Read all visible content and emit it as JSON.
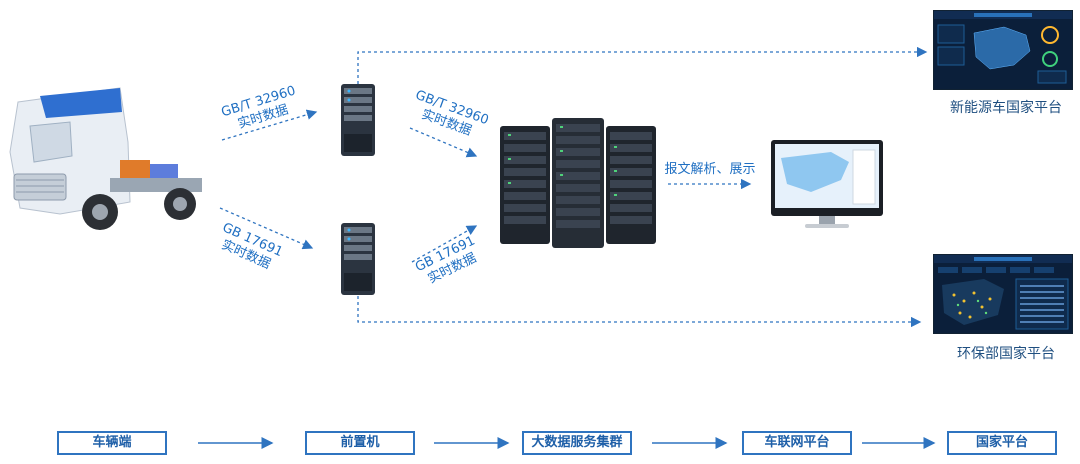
{
  "labels": {
    "top_left_line1": "GB/T 32960",
    "top_left_line2": "实时数据",
    "top_mid_line1": "GB/T 32960",
    "top_mid_line2": "实时数据",
    "bottom_left_line1": "GB 17691",
    "bottom_left_line2": "实时数据",
    "bottom_mid_line1": "GB 17691",
    "bottom_mid_line2": "实时数据",
    "parse_display": "报文解析、展示",
    "nev_platform": "新能源车国家平台",
    "env_platform": "环保部国家平台"
  },
  "flow": [
    "车辆端",
    "前置机",
    "大数据服务集群",
    "车联网平台",
    "国家平台"
  ],
  "colors": {
    "primary_blue": "#2f74c0",
    "dark_screen": "#0b1f3a"
  }
}
